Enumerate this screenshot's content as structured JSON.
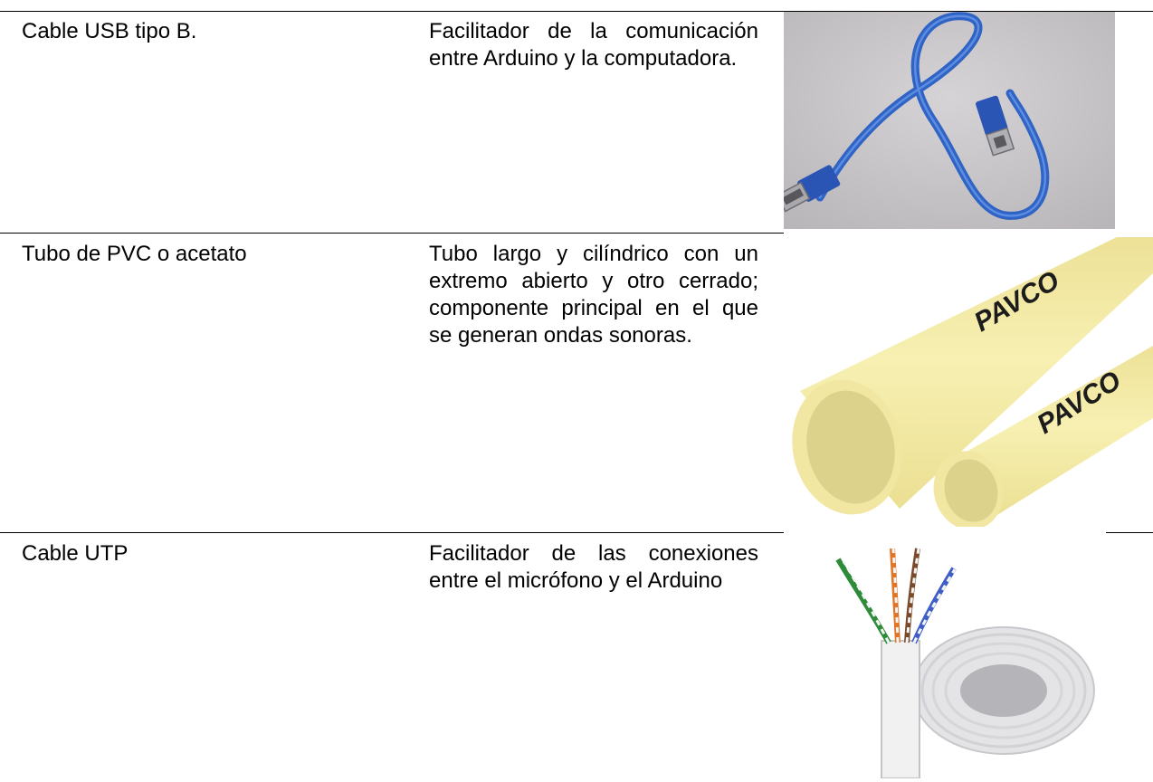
{
  "rows": [
    {
      "item": "Cable USB tipo B.",
      "description": "Facilitador de la comunicación entre Arduino y la computadora.",
      "image": "blue-usb-cable-photo"
    },
    {
      "item": "Tubo de PVC o acetato",
      "description": "Tubo largo y cilíndrico con un extremo abierto y otro cerrado; componente principal en el que se generan ondas sonoras.",
      "image": "yellow-pvc-pipes-photo",
      "image_text": "PAVCO"
    },
    {
      "item": "Cable UTP",
      "description": "Facilitador de las conexiones entre el micrófono y el Arduino",
      "image": "white-utp-cable-roll-photo"
    }
  ],
  "colors": {
    "usb_cable": "#2f63c4",
    "photo_background": "#c9c6c9",
    "pvc_pipe": "#f4eca6",
    "pvc_pipe_shadow": "#d9ce85",
    "utp_cable": "#f1f1f1"
  }
}
